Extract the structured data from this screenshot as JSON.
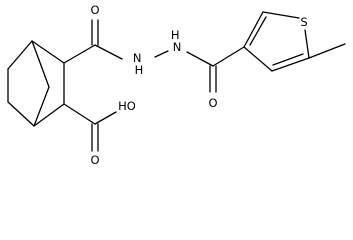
{
  "atoms": {
    "O_acid_carbonyl": "O",
    "O_hydroxyl": "HO",
    "O_amide_left": "O",
    "NH_left": "H\nN",
    "NH_right": "H\nN",
    "O_amide_right": "O",
    "S_thiophene": "S"
  }
}
